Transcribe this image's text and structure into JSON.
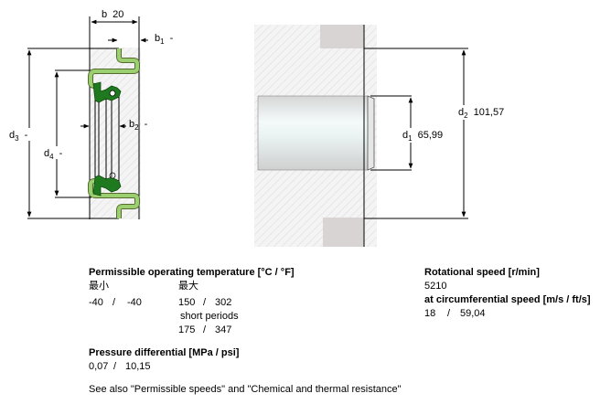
{
  "seal_drawing": {
    "b": {
      "label": "b",
      "value": "20"
    },
    "b1": {
      "label": "b",
      "sub": "1",
      "value": "-"
    },
    "b2": {
      "label": "b",
      "sub": "2",
      "value": "-"
    },
    "d3": {
      "label": "d",
      "sub": "3",
      "value": "-"
    },
    "d4": {
      "label": "d",
      "sub": "4",
      "value": "-"
    },
    "colors": {
      "case": "#9ccf70",
      "lip": "#1f7a1f"
    }
  },
  "shaft_drawing": {
    "d1": {
      "label": "d",
      "sub": "1",
      "value": "65,99"
    },
    "d2": {
      "label": "d",
      "sub": "2",
      "value": "101,57"
    }
  },
  "temperature": {
    "heading": "Permissible operating temperature [°C / °F]",
    "min_label": "最小",
    "max_label": "最大",
    "min_c": "-40",
    "min_f": "-40",
    "max_c": "150",
    "max_f": "302",
    "short_periods_label": "short periods",
    "short_c": "175",
    "short_f": "347",
    "sep": "/"
  },
  "pressure": {
    "heading": "Pressure differential [MPa / psi]",
    "mpa": "0,07",
    "psi": "10,15",
    "sep": "/"
  },
  "speed": {
    "heading": "Rotational speed [r/min]",
    "value": "5210",
    "circ_heading": "at circumferential speed [m/s / ft/s]",
    "ms": "18",
    "fts": "59,04",
    "sep": "/"
  },
  "footnote": "See also \"Permissible speeds\" and \"Chemical and thermal resistance\""
}
